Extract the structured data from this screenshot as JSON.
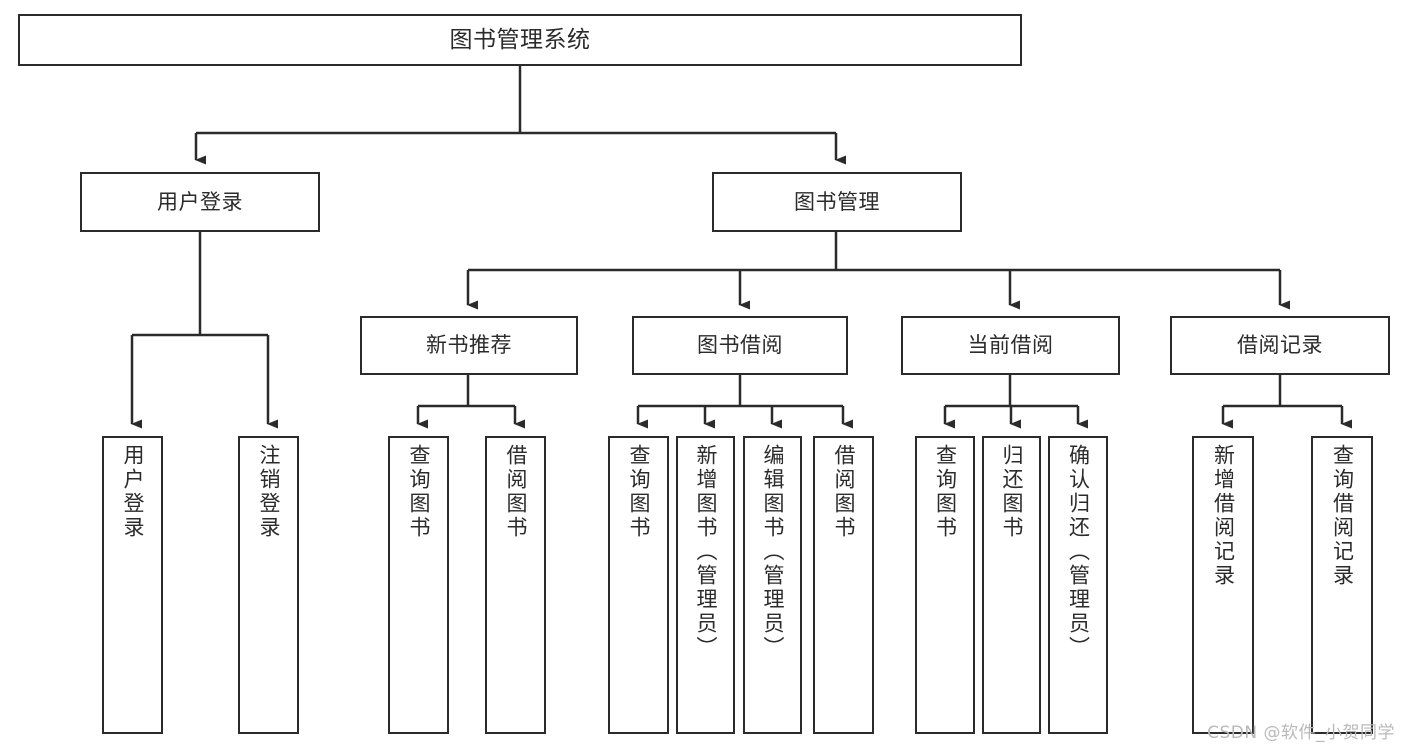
{
  "diagram": {
    "title": "图书管理系统",
    "type": "tree-hierarchy-diagram",
    "stroke_color": "#2b2b2b",
    "fill_color": "#ffffff",
    "background_color": "#ffffff"
  },
  "nodes": {
    "root": {
      "label": "图书管理系统"
    },
    "level1": [
      {
        "label": "用户登录"
      },
      {
        "label": "图书管理"
      }
    ],
    "level2": [
      {
        "label": "新书推荐"
      },
      {
        "label": "图书借阅"
      },
      {
        "label": "当前借阅"
      },
      {
        "label": "借阅记录"
      }
    ],
    "leaves_user_login": [
      {
        "label": "用户登录"
      },
      {
        "label": "注销登录"
      }
    ],
    "leaves_new_book": [
      {
        "label": "查询图书"
      },
      {
        "label": "借阅图书"
      }
    ],
    "leaves_borrow": [
      {
        "label": "查询图书"
      },
      {
        "label": "新增图书（管理员）"
      },
      {
        "label": "编辑图书（管理员）"
      },
      {
        "label": "借阅图书"
      }
    ],
    "leaves_current": [
      {
        "label": "查询图书"
      },
      {
        "label": "归还图书"
      },
      {
        "label": "确认归还（管理员）"
      }
    ],
    "leaves_record": [
      {
        "label": "新增借阅记录"
      },
      {
        "label": "查询借阅记录"
      }
    ]
  },
  "watermark": {
    "text": "CSDN @软件_小贺同学"
  }
}
